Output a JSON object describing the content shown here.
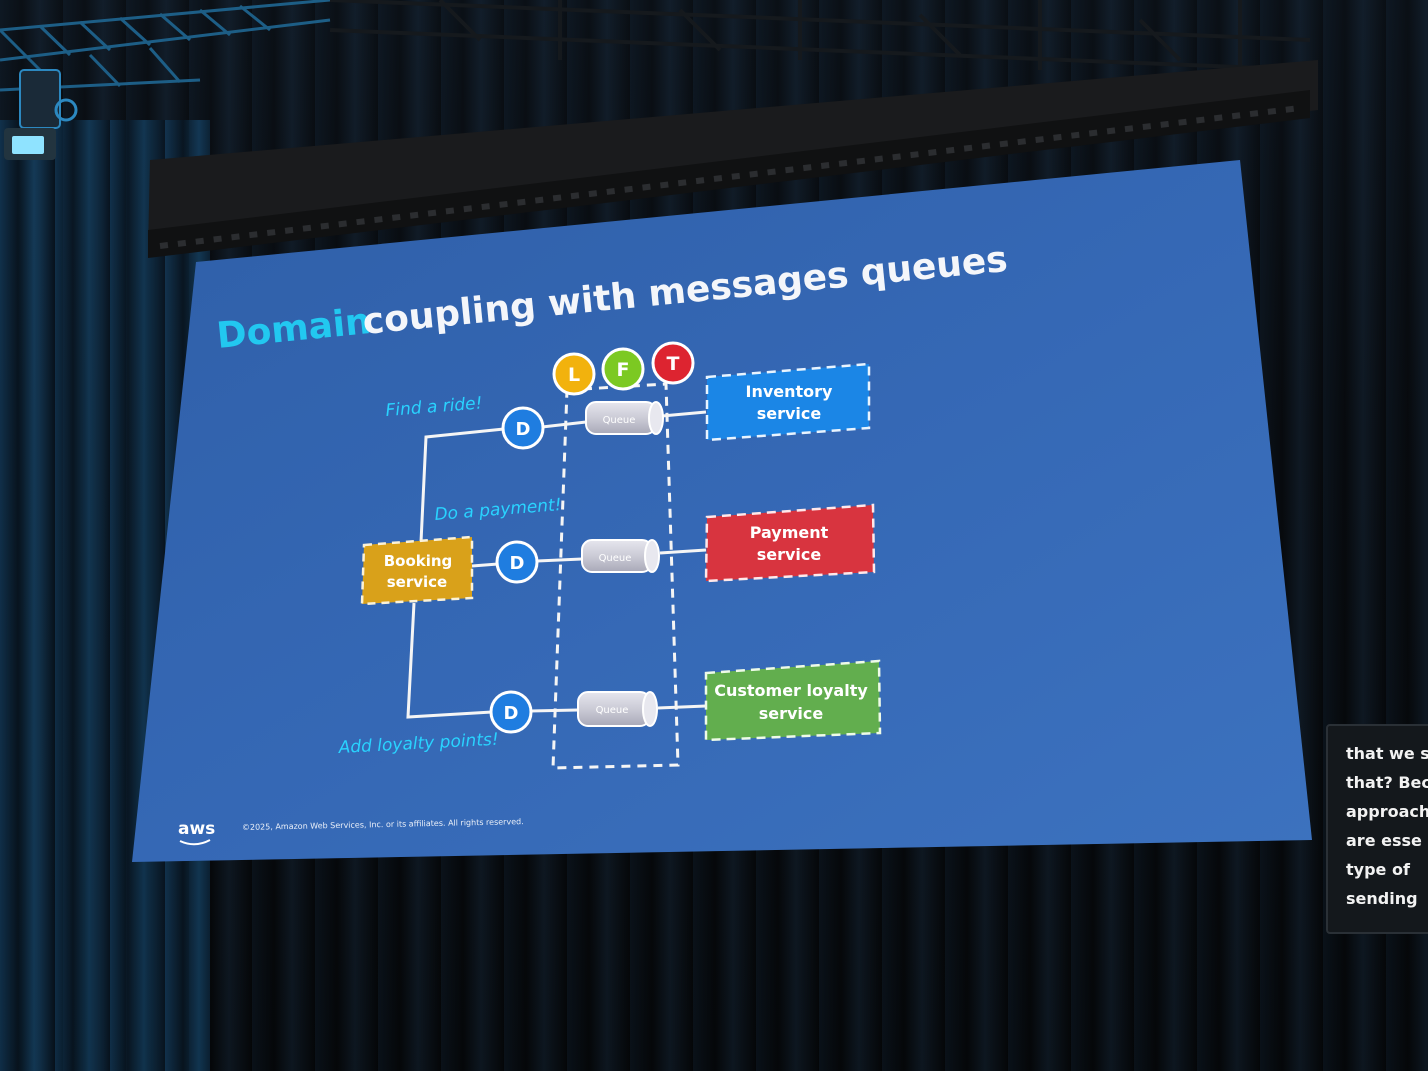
{
  "slide": {
    "title_highlight": "Domain",
    "title_rest": "coupling with messages queues",
    "badges": [
      "L",
      "F",
      "T"
    ],
    "booking": [
      "Booking",
      "service"
    ],
    "dispatcher_label": "D",
    "queue_label": "Queue",
    "message_find_ride": "Find a ride!",
    "message_payment": "Do a payment!",
    "message_loyalty": "Add loyalty points!",
    "inventory": [
      "Inventory",
      "service"
    ],
    "payment": [
      "Payment",
      "service"
    ],
    "loyalty": [
      "Customer loyalty",
      "service"
    ],
    "aws_logo": "aws",
    "copyright": "©2025, Amazon Web Services, Inc. or its affiliates. All rights reserved."
  },
  "caption": {
    "lines": [
      "that we se",
      "that? Bec",
      "approach",
      "are esse",
      "type of",
      "sending"
    ]
  },
  "colors": {
    "slide_background": "#3467b3",
    "title_highlight": "#22c8f0",
    "title_text": "#f4f6fa",
    "message_text": "#29d3ff",
    "booking_box": "#d9a11a",
    "inventory_box": "#1b86e6",
    "payment_box": "#d8343f",
    "loyalty_box": "#62ae4e",
    "badge_L": "#f2b20d",
    "badge_F": "#7cc922",
    "badge_T": "#dd2430",
    "dispatcher": "#1f7de0",
    "queue": "#cfcfd8"
  },
  "icons": [
    "stage-light-icon",
    "aws-logo-icon"
  ]
}
